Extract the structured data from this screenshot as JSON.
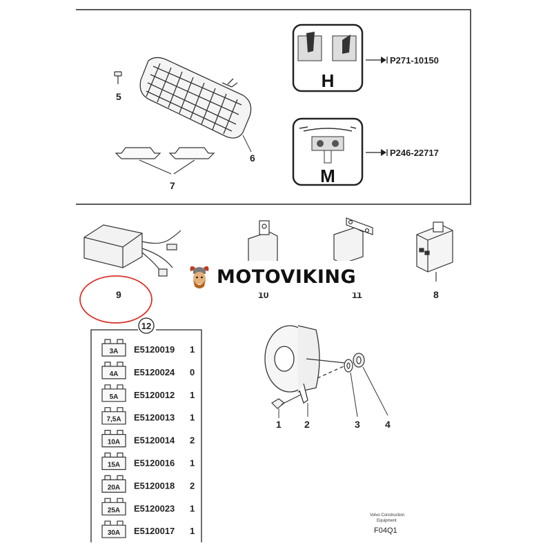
{
  "brand": {
    "watermark": "MOTOVIKING"
  },
  "top_panel": {
    "part_5": "5",
    "part_6": "6",
    "part_7": "7",
    "switch_h": {
      "letter": "H",
      "ref": "P271-10150"
    },
    "switch_m": {
      "letter": "M",
      "ref": "P246-22717"
    }
  },
  "relays": {
    "part_9": "9",
    "part_10": "10",
    "part_11": "11",
    "part_8": "8"
  },
  "fuse_box": {
    "callout": "12",
    "rows": [
      {
        "amp": "3A",
        "code": "E5120019",
        "qty": "1"
      },
      {
        "amp": "4A",
        "code": "E5120024",
        "qty": "0"
      },
      {
        "amp": "5A",
        "code": "E5120012",
        "qty": "1"
      },
      {
        "amp": "7,5A",
        "code": "E5120013",
        "qty": "1"
      },
      {
        "amp": "10A",
        "code": "E5120014",
        "qty": "2"
      },
      {
        "amp": "15A",
        "code": "E5120016",
        "qty": "1"
      },
      {
        "amp": "20A",
        "code": "E5120018",
        "qty": "2"
      },
      {
        "amp": "25A",
        "code": "E5120023",
        "qty": "1"
      },
      {
        "amp": "30A",
        "code": "E5120017",
        "qty": "1"
      }
    ]
  },
  "horn": {
    "part_1": "1",
    "part_2": "2",
    "part_3": "3",
    "part_4": "4"
  },
  "footer": {
    "maker_line1": "Volvo Construction",
    "maker_line2": "Equipment",
    "figure_code": "F04Q1"
  },
  "colors": {
    "highlight_circle": "#d9342b",
    "line": "#222222"
  }
}
